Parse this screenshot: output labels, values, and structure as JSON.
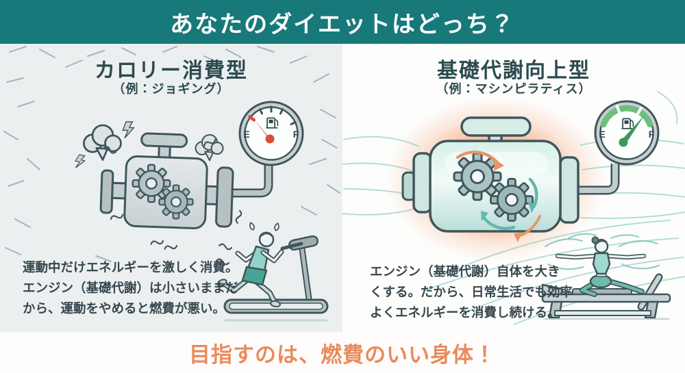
{
  "header": {
    "title": "あなたのダイエットはどっち？"
  },
  "left": {
    "title": "カロリー消費型",
    "subtitle": "（例：ジョギング）",
    "body_lines": [
      "運動中だけエネルギーを激しく消費。",
      "エンジン（基礎代謝）は小さいままだ",
      "から、運動をやめると燃費が悪い。"
    ],
    "gauge": {
      "empty": "E",
      "full": "F",
      "needle_position": "E"
    }
  },
  "right": {
    "title": "基礎代謝向上型",
    "subtitle": "（例：マシンピラティス）",
    "body_lines": [
      "エンジン（基礎代謝）自体を大き",
      "くする。だから、日常生活でも効率",
      "よくエネルギーを消費し続ける。"
    ],
    "gauge": {
      "empty": "E",
      "full": "F",
      "needle_position": "F"
    }
  },
  "footer": {
    "text": "目指すのは、燃費のいい身体！"
  },
  "colors": {
    "banner_teal": "#17797a",
    "heading_dark": "#2c4b4e",
    "body_text": "#36474e",
    "accent_orange": "#e98b5e",
    "gauge_red": "#d84b3f",
    "gauge_green": "#41975a",
    "gauge_band_green": "#6fbe7d",
    "left_panel_bg": "#eceff0",
    "right_panel_bg": "#fdfdfc"
  },
  "icons": {
    "fuel_pump": "svg-shape",
    "smoke_cloud": "svg-shape",
    "lightning_bolt": "svg-shape",
    "gauge_needle": "svg-shape",
    "rotation_arrows": "svg-shape"
  }
}
